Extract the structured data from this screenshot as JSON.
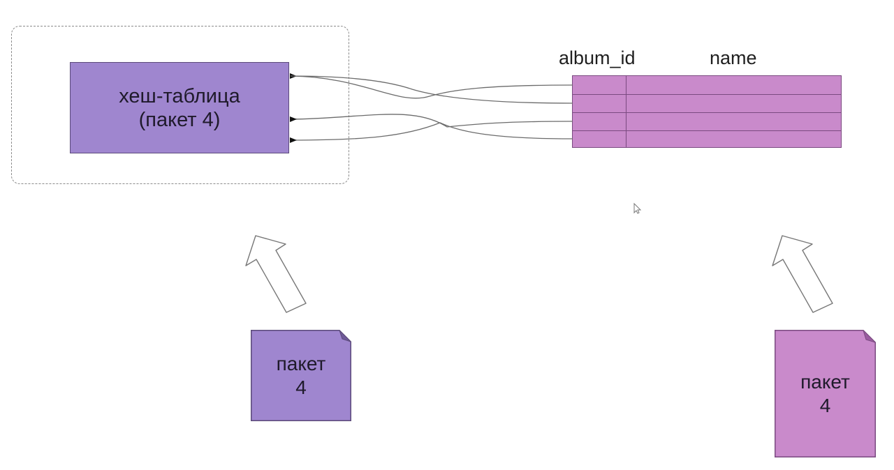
{
  "hash_table": {
    "line1": "хеш-таблица",
    "line2": "(пакет 4)",
    "color": "#9f86cf"
  },
  "table": {
    "headers": [
      "album_id",
      "name"
    ],
    "row_count": 4,
    "color": "#c98acb"
  },
  "packets": [
    {
      "line1": "пакет",
      "line2": "4",
      "color": "#9f86cf"
    },
    {
      "line1": "пакет",
      "line2": "4",
      "color": "#c98acb"
    }
  ],
  "icons": [
    "up-arrow-icon",
    "up-arrow-icon",
    "mouse-cursor-icon"
  ]
}
